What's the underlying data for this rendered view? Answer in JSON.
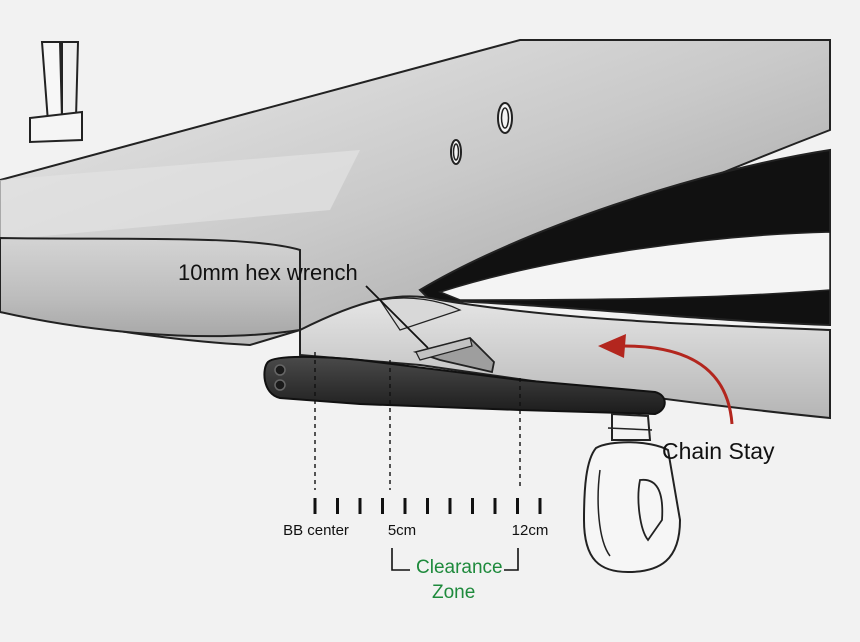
{
  "labels": {
    "wrench": "10mm hex wrench",
    "chain_stay": "Chain Stay",
    "bb_center": "BB center",
    "mark_5cm": "5cm",
    "mark_12cm": "12cm",
    "clearance_line1": "Clearance",
    "clearance_line2": "Zone"
  },
  "colors": {
    "background": "#f2f2f2",
    "frame_gray": "#c8c8c8",
    "crank_black": "#2b2b2b",
    "arrow_red": "#b3261e",
    "zone_green": "#1e8a3c"
  },
  "scale": {
    "tick_count": 11
  }
}
